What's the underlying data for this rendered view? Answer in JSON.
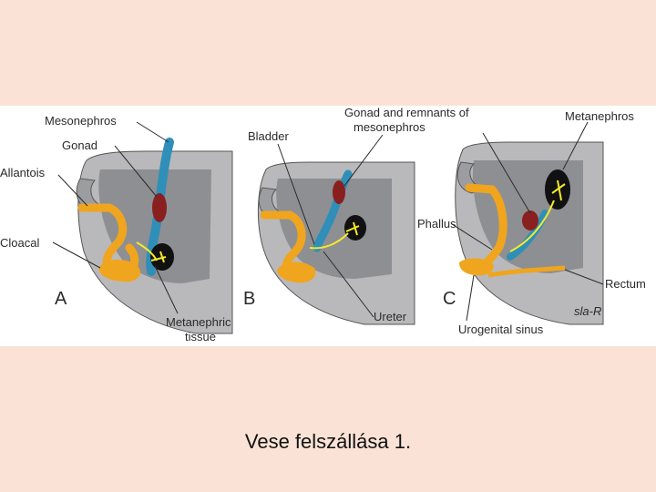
{
  "figure": {
    "labels": {
      "mesonephros": "Mesonephros",
      "gonad": "Gonad",
      "allantois": "Allantois",
      "cloacal": "Cloacal",
      "bladder": "Bladder",
      "gonad_remnants": "Gonad and remnants of",
      "gonad_remnants_2": "mesonephros",
      "metanephros": "Metanephros",
      "phallus": "Phallus",
      "rectum": "Rectum",
      "metanephric": "Metanephric",
      "tissue": "tissue",
      "ureter": "Ureter",
      "urogenital_sinus": "Urogenital sinus"
    },
    "panels": [
      "A",
      "B",
      "C"
    ],
    "signature": "sla-R",
    "colors": {
      "embryo_gray": "#b9b9bb",
      "embryo_dark": "#8e8f93",
      "duct_blue": "#2f8fb8",
      "gonad_red": "#8a1f1f",
      "orange": "#f0a51e",
      "yellow": "#f5ea2a",
      "kidney_black": "#111111"
    }
  },
  "caption": "Vese felszállása 1."
}
